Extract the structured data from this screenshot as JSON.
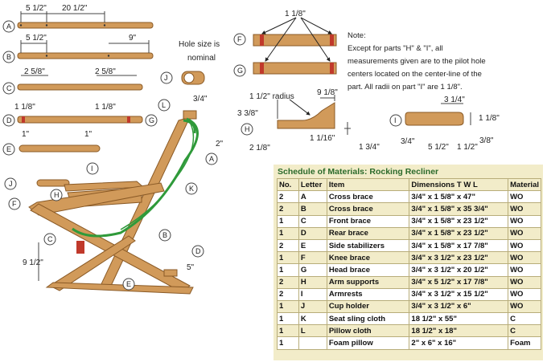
{
  "parts": {
    "A": {
      "letter": "A",
      "dims": [
        "5 1/2\"",
        "20 1/2\""
      ]
    },
    "B": {
      "letter": "B",
      "dims": [
        "5 1/2\"",
        "9\""
      ]
    },
    "C": {
      "letter": "C",
      "dims": [
        "2 5/8\"",
        "2 5/8\""
      ]
    },
    "D": {
      "letter": "D",
      "dims": [
        "1 1/8\"",
        "1 1/8\""
      ]
    },
    "E": {
      "letter": "E",
      "dims": [
        "1\"",
        "1\""
      ]
    },
    "F": {
      "letter": "F",
      "dim": "1 1/8\""
    },
    "G": {
      "letter": "G"
    },
    "H": {
      "letter": "H",
      "dims": [
        "1 1/2\" radius",
        "9 1/8\"",
        "3 3/8\"",
        "2 1/8\"",
        "1 1/16\"",
        "1 3/4\""
      ]
    },
    "I": {
      "letter": "I",
      "dims": [
        "3 1/4\"",
        "1 1/8\"",
        "3/4\"",
        "5 1/2\"",
        "1 1/2\"",
        "3/8\""
      ]
    },
    "J": {
      "letter": "J",
      "hole_label": "Hole size is nominal",
      "dim": "3/4\""
    }
  },
  "note_lines": [
    "Note:",
    "Except for parts \"H\" & \"I\", all",
    "measurements given are to the pilot hole",
    "centers located on the center-line of the",
    "part. All radii on part \"I\" are 1 1/8\"."
  ],
  "assembly": {
    "labels": [
      "L",
      "G",
      "A",
      "K",
      "I",
      "J",
      "H",
      "F",
      "C",
      "B",
      "D",
      "E"
    ],
    "dims": [
      "2\"",
      "9 1/2\"",
      "5\""
    ]
  },
  "schedule": {
    "title": "Schedule of Materials: Rocking Recliner",
    "headers": [
      "No.",
      "Letter",
      "Item",
      "Dimensions T W L",
      "Material"
    ],
    "rows": [
      [
        "2",
        "A",
        "Cross brace",
        "3/4\" x 1 5/8\" x 47\"",
        "WO"
      ],
      [
        "2",
        "B",
        "Cross brace",
        "3/4\" x 1 5/8\" x 35 3/4\"",
        "WO"
      ],
      [
        "1",
        "C",
        "Front brace",
        "3/4\" x 1 5/8\" x 23 1/2\"",
        "WO"
      ],
      [
        "1",
        "D",
        "Rear brace",
        "3/4\" x 1 5/8\" x 23 1/2\"",
        "WO"
      ],
      [
        "2",
        "E",
        "Side stabilizers",
        "3/4\" x 1 5/8\" x 17 7/8\"",
        "WO"
      ],
      [
        "1",
        "F",
        "Knee brace",
        "3/4\" x 3 1/2\" x 23 1/2\"",
        "WO"
      ],
      [
        "1",
        "G",
        "Head brace",
        "3/4\" x 3 1/2\" x 20 1/2\"",
        "WO"
      ],
      [
        "2",
        "H",
        "Arm supports",
        "3/4\" x 5 1/2\" x 17 7/8\"",
        "WO"
      ],
      [
        "2",
        "I",
        "Armrests",
        "3/4\" x 3 1/2\" x 15 1/2\"",
        "WO"
      ],
      [
        "1",
        "J",
        "Cup holder",
        "3/4\" x 3 1/2\" x 6\"",
        "WO"
      ],
      [
        "1",
        "K",
        "Seat sling cloth",
        "18 1/2\" x 55\"",
        "C"
      ],
      [
        "1",
        "L",
        "Pillow cloth",
        "18 1/2\" x 18\"",
        "C"
      ],
      [
        "1",
        "",
        "Foam pillow",
        "2\" x 6\" x 16\"",
        "Foam"
      ]
    ]
  },
  "colors": {
    "wood": "#d19a5a",
    "wood_edge": "#8a5a26",
    "sling": "#2f9a3a",
    "schedule_bg": "#f2ecc9",
    "schedule_title": "#2b6a2b",
    "dowel": "#c0392b"
  }
}
